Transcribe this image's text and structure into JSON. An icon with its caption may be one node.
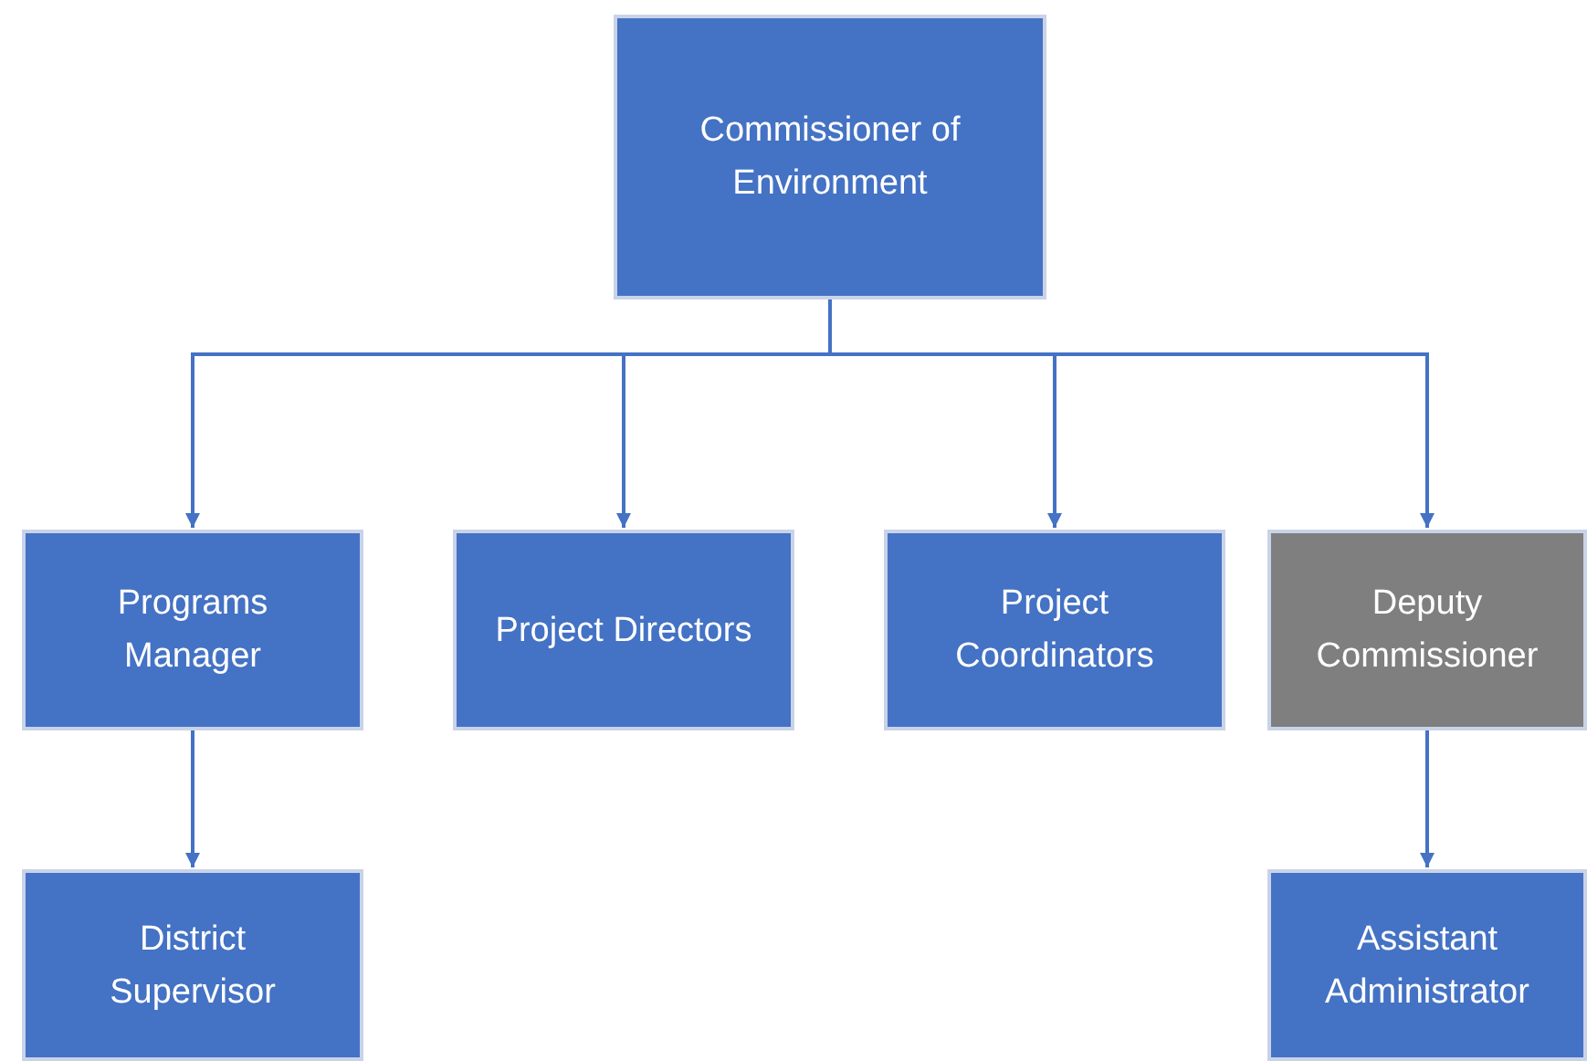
{
  "diagram": {
    "nodes": [
      {
        "text": [
          "Commissioner of Environment"
        ]
      },
      {
        "text": [
          "Programs Manager"
        ]
      },
      {
        "text": [
          "Project Directors"
        ]
      },
      {
        "text": [
          "Project Coordinators"
        ]
      },
      {
        "text": [
          "Deputy Commissioner"
        ]
      },
      {
        "text": [
          "District Supervisor"
        ]
      },
      {
        "text": [
          "Assistant Administrator"
        ]
      }
    ],
    "edges": [
      {
        "from": 0,
        "to": 1,
        "arrow": "to"
      },
      {
        "from": 0,
        "to": 2,
        "arrow": "to"
      },
      {
        "from": 0,
        "to": 3,
        "arrow": "to"
      },
      {
        "from": 0,
        "to": 4,
        "arrow": "to"
      },
      {
        "from": 1,
        "to": 5,
        "arrow": "to"
      },
      {
        "from": 4,
        "to": 6,
        "arrow": "to"
      }
    ]
  }
}
